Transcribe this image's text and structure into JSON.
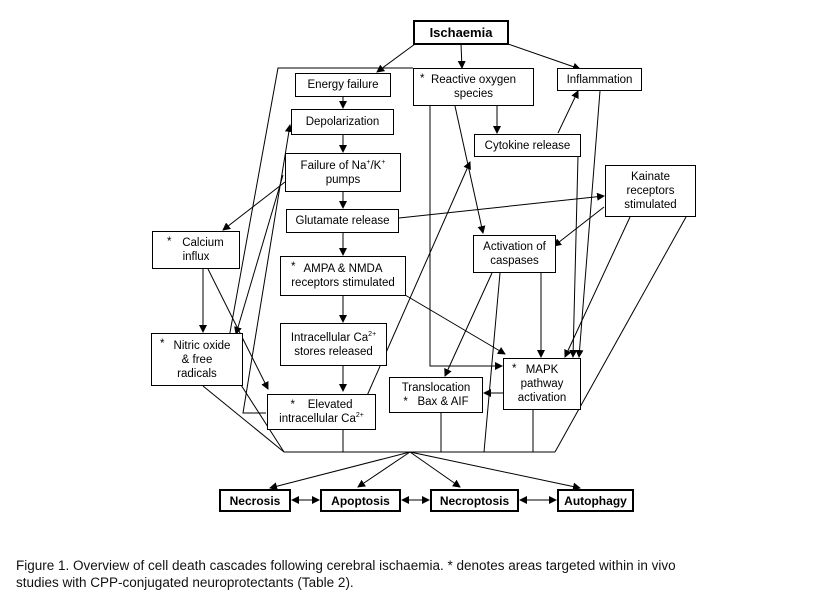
{
  "nodes": {
    "ischaemia": "Ischaemia",
    "energy_failure": "Energy failure",
    "ros_1": "Reactive oxygen",
    "ros_2": "species",
    "inflammation": "Inflammation",
    "depolarization": "Depolarization",
    "cytokine": "Cytokine release",
    "failure_na_k_1": "Failure of Na",
    "failure_na_k_sup1": "+",
    "failure_na_k_mid": "/K",
    "failure_na_k_sup2": "+",
    "failure_na_k_2": "pumps",
    "kainate_1": "Kainate",
    "kainate_2": "receptors",
    "kainate_3": "stimulated",
    "glutamate": "Glutamate release",
    "calcium_1": "Calcium",
    "calcium_2": "influx",
    "caspases_1": "Activation of",
    "caspases_2": "caspases",
    "ampa_1": "AMPA & NMDA",
    "ampa_2": "receptors stimulated",
    "intracellular_1": "Intracellular Ca",
    "intracellular_sup": "2+",
    "intracellular_2": "stores released",
    "nitric_1": "Nitric oxide",
    "nitric_2": "& free",
    "nitric_3": "radicals",
    "mapk_1": "MAPK",
    "mapk_2": "pathway",
    "mapk_3": "activation",
    "translocation_1": "Translocation",
    "translocation_2": "Bax & AIF",
    "elevated_1": "Elevated",
    "elevated_2": "intracellular Ca",
    "elevated_sup": "2+",
    "necrosis": "Necrosis",
    "apoptosis": "Apoptosis",
    "necroptosis": "Necroptosis",
    "autophagy": "Autophagy",
    "star": "*"
  },
  "caption": {
    "line1": "Figure 1.  Overview of cell death cascades following cerebral ischaemia.  * denotes areas targeted within in vivo",
    "line2": "studies with CPP-conjugated neuroprotectants (Table 2)."
  }
}
